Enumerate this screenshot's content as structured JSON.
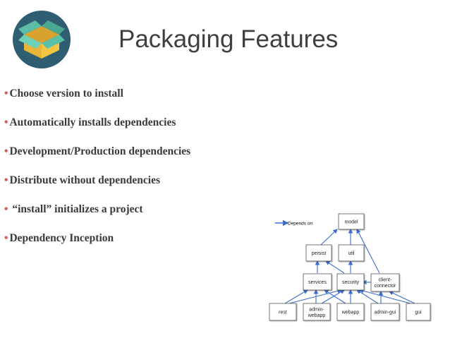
{
  "slide": {
    "title": "Packaging Features",
    "bullet_marker": "•",
    "bullets": [
      "Choose version to install",
      "Automatically installs dependencies",
      "Development/Production dependencies",
      "Distribute without dependencies",
      " “install” initializes a project",
      "Dependency Inception"
    ]
  },
  "logo": {
    "icon": "open-box-icon",
    "circle_color": "#2f5e73",
    "box_color": "#f4c443",
    "lid_color": "#5bbfa8"
  },
  "diagram": {
    "legend": "Depends on",
    "arrow_color": "#3b6ed1",
    "nodes": {
      "model": "model",
      "persist": "persist",
      "util": "util",
      "services": "services",
      "security": "security",
      "client_connector_line1": "client-",
      "client_connector_line2": "connector",
      "rest": "rest",
      "admin_webapp_line1": "admin-",
      "admin_webapp_line2": "webapp",
      "webapp": "webapp",
      "admin_gui": "admin-gui",
      "gui": "gui"
    }
  }
}
